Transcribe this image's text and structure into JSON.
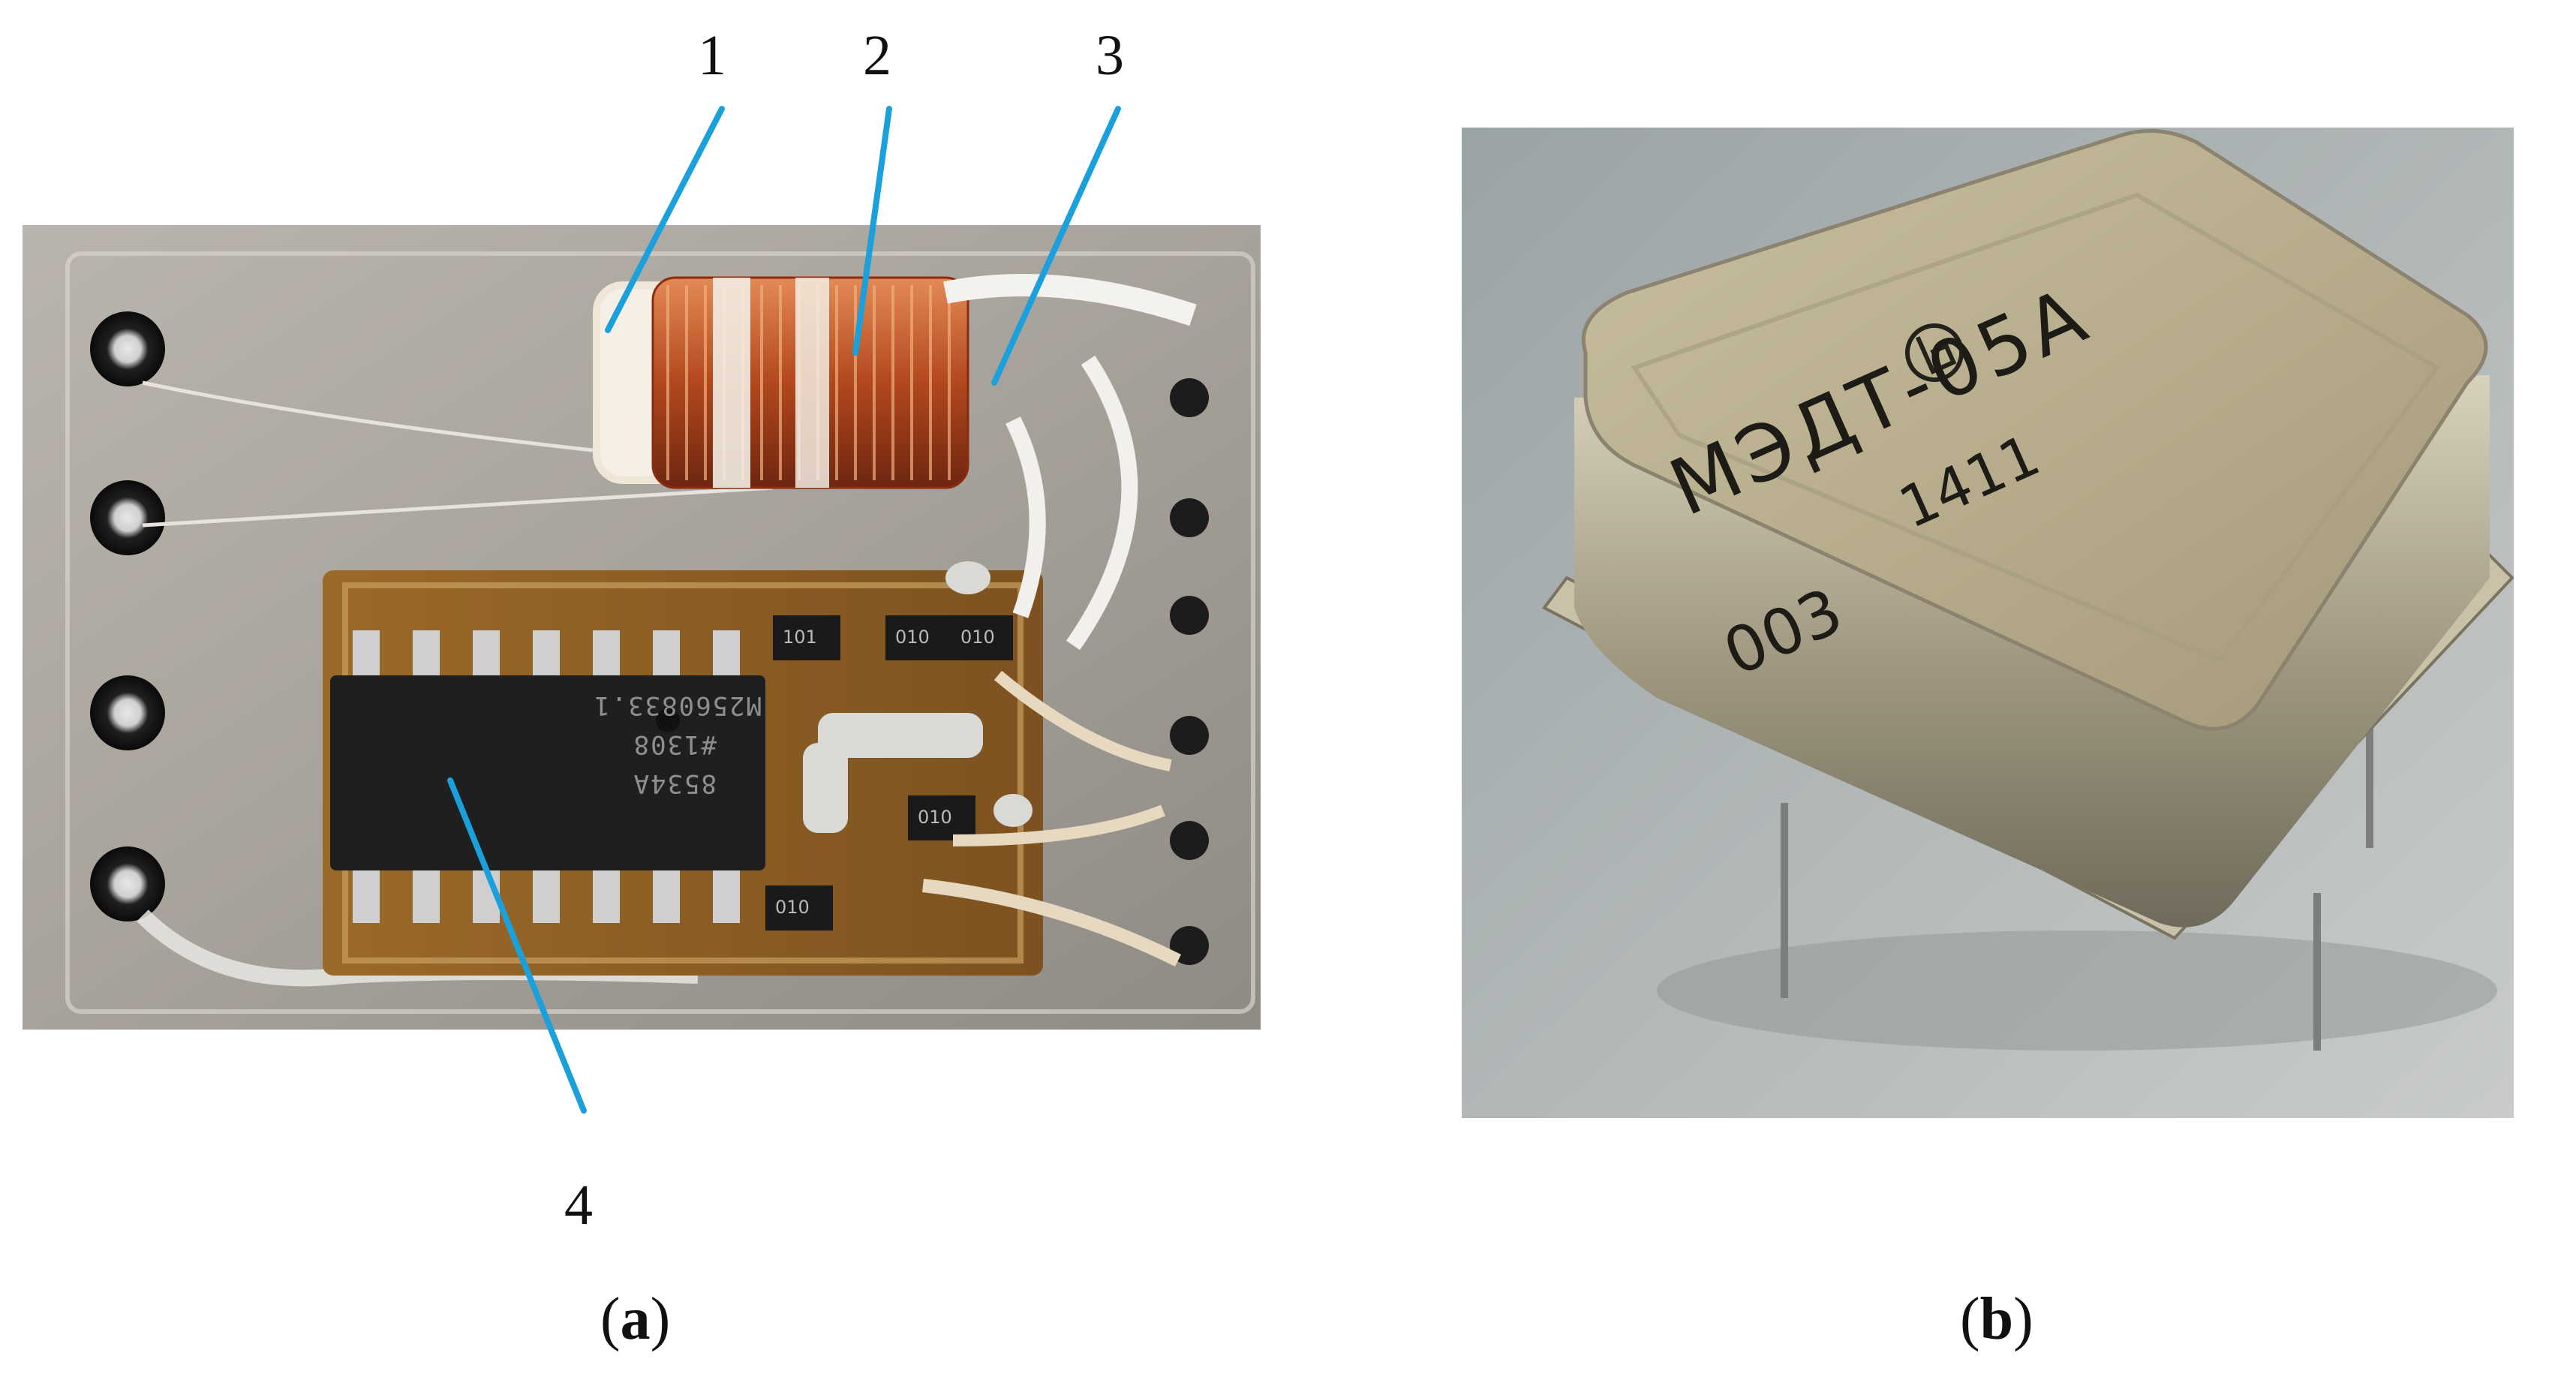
{
  "callouts": [
    "1",
    "2",
    "3",
    "4"
  ],
  "chip_marking": {
    "line1": "M2560833.1",
    "line2": "#1308",
    "line3": "8534A"
  },
  "resistor_codes": [
    "101",
    "010",
    "010",
    "010",
    "010"
  ],
  "device_marking": {
    "model": "МЭДТ-05А",
    "lot": "003",
    "date": "1411"
  },
  "captions": {
    "a": "a",
    "b": "b"
  }
}
